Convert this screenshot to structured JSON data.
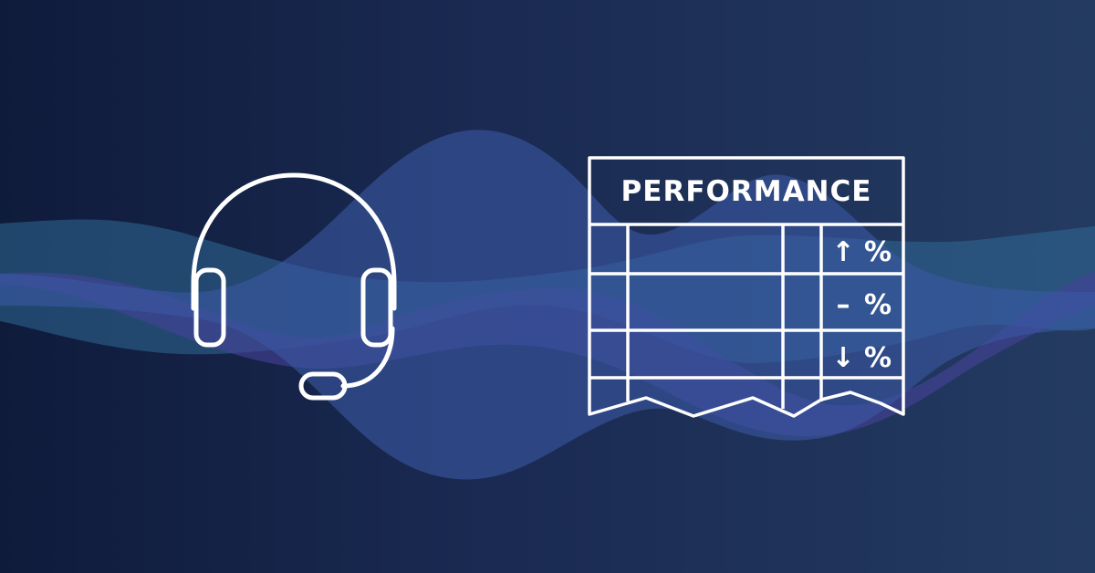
{
  "graphic": {
    "title": "PERFORMANCE",
    "rows": [
      {
        "trend": "up",
        "symbol": "↑",
        "unit": "%"
      },
      {
        "trend": "flat",
        "symbol": "–",
        "unit": "%"
      },
      {
        "trend": "down",
        "symbol": "↓",
        "unit": "%"
      }
    ]
  },
  "colors": {
    "background_left": "#0f1b3b",
    "background_right": "#243b61",
    "wave_a": "#3b59a4",
    "wave_b": "#46439a",
    "wave_c": "#2f6a95",
    "line": "#ffffff"
  },
  "icons": {
    "headset": "headset-icon",
    "report": "performance-report-icon"
  }
}
